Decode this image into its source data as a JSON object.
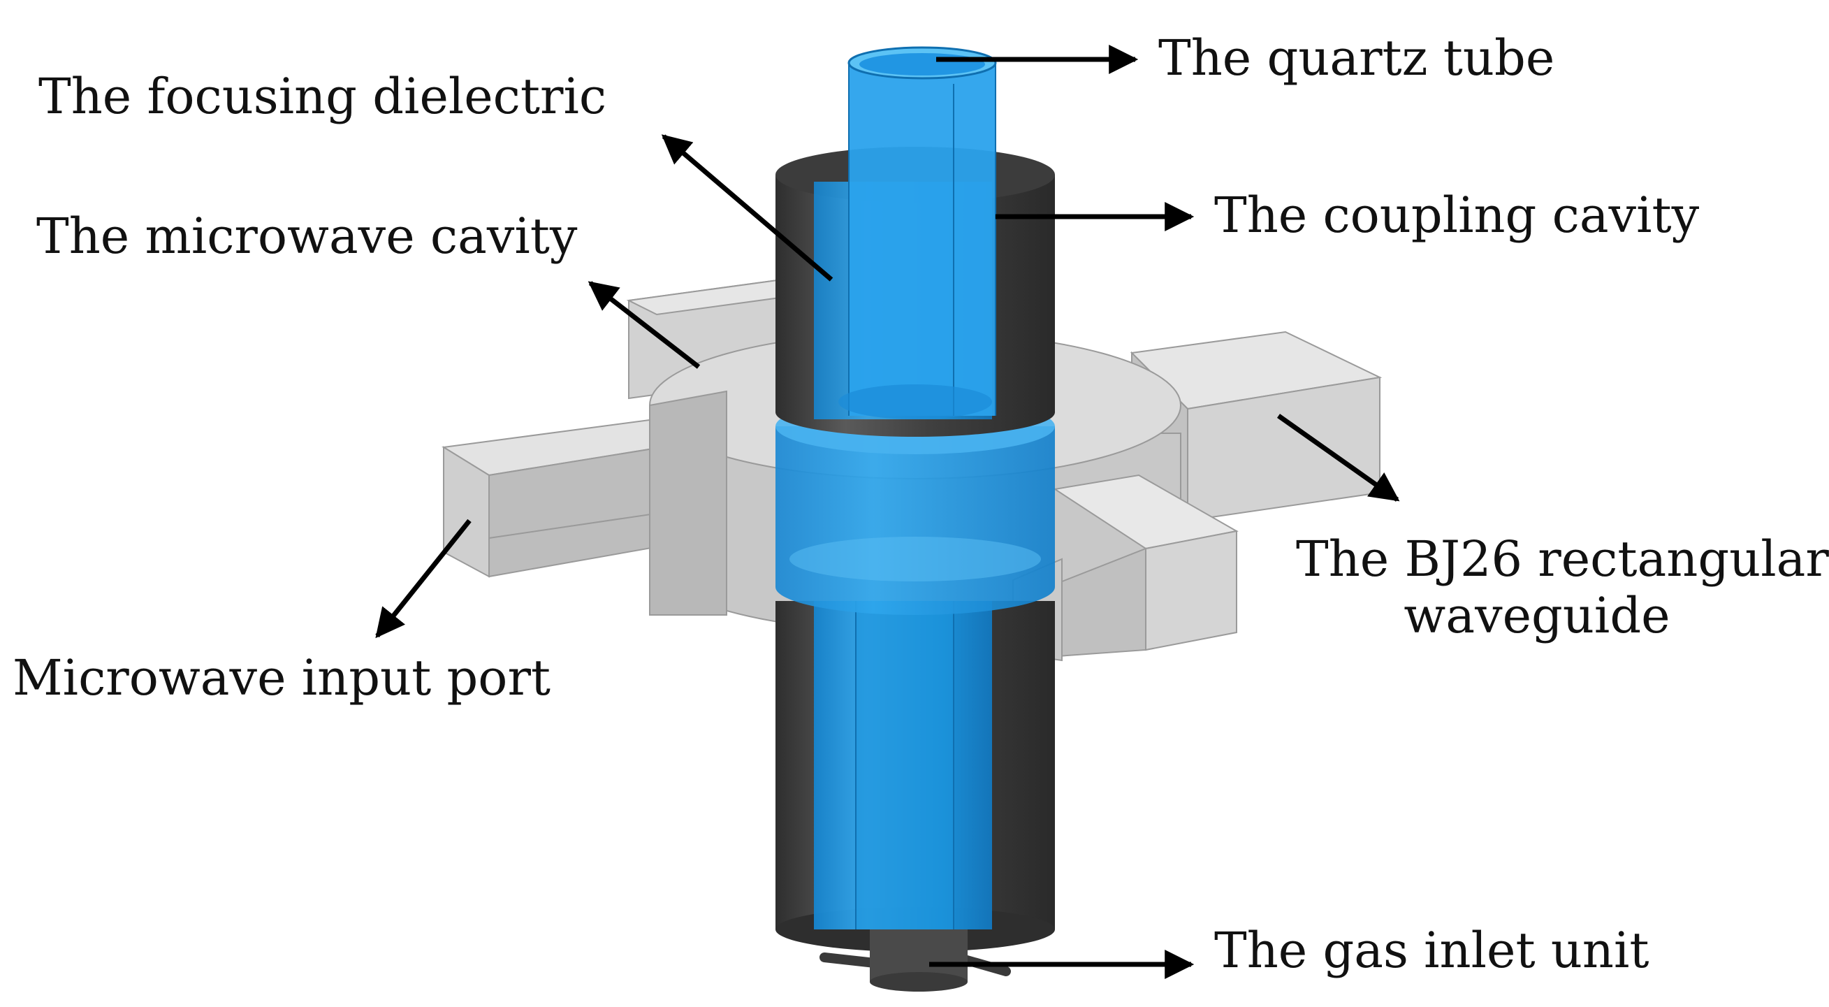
{
  "labels": {
    "quartz_tube": "The quartz tube",
    "focusing_dielectric": "The focusing dielectric",
    "coupling_cavity": "The coupling cavity",
    "microwave_cavity": "The microwave cavity",
    "bj26_line1": "The BJ26 rectangular",
    "bj26_line2": "waveguide",
    "input_port": "Microwave input port",
    "gas_inlet": "The gas inlet unit"
  },
  "colors": {
    "quartz_blue": "#1a9be8",
    "quartz_light": "#4fb9f2",
    "cavity_dark": "#454545",
    "cavity_mid": "#6a6a6a",
    "waveguide_light": "#d9d9d9",
    "waveguide_face": "#c4c4c4",
    "waveguide_shadow": "#a8a8a8",
    "arrow": "#000000"
  }
}
